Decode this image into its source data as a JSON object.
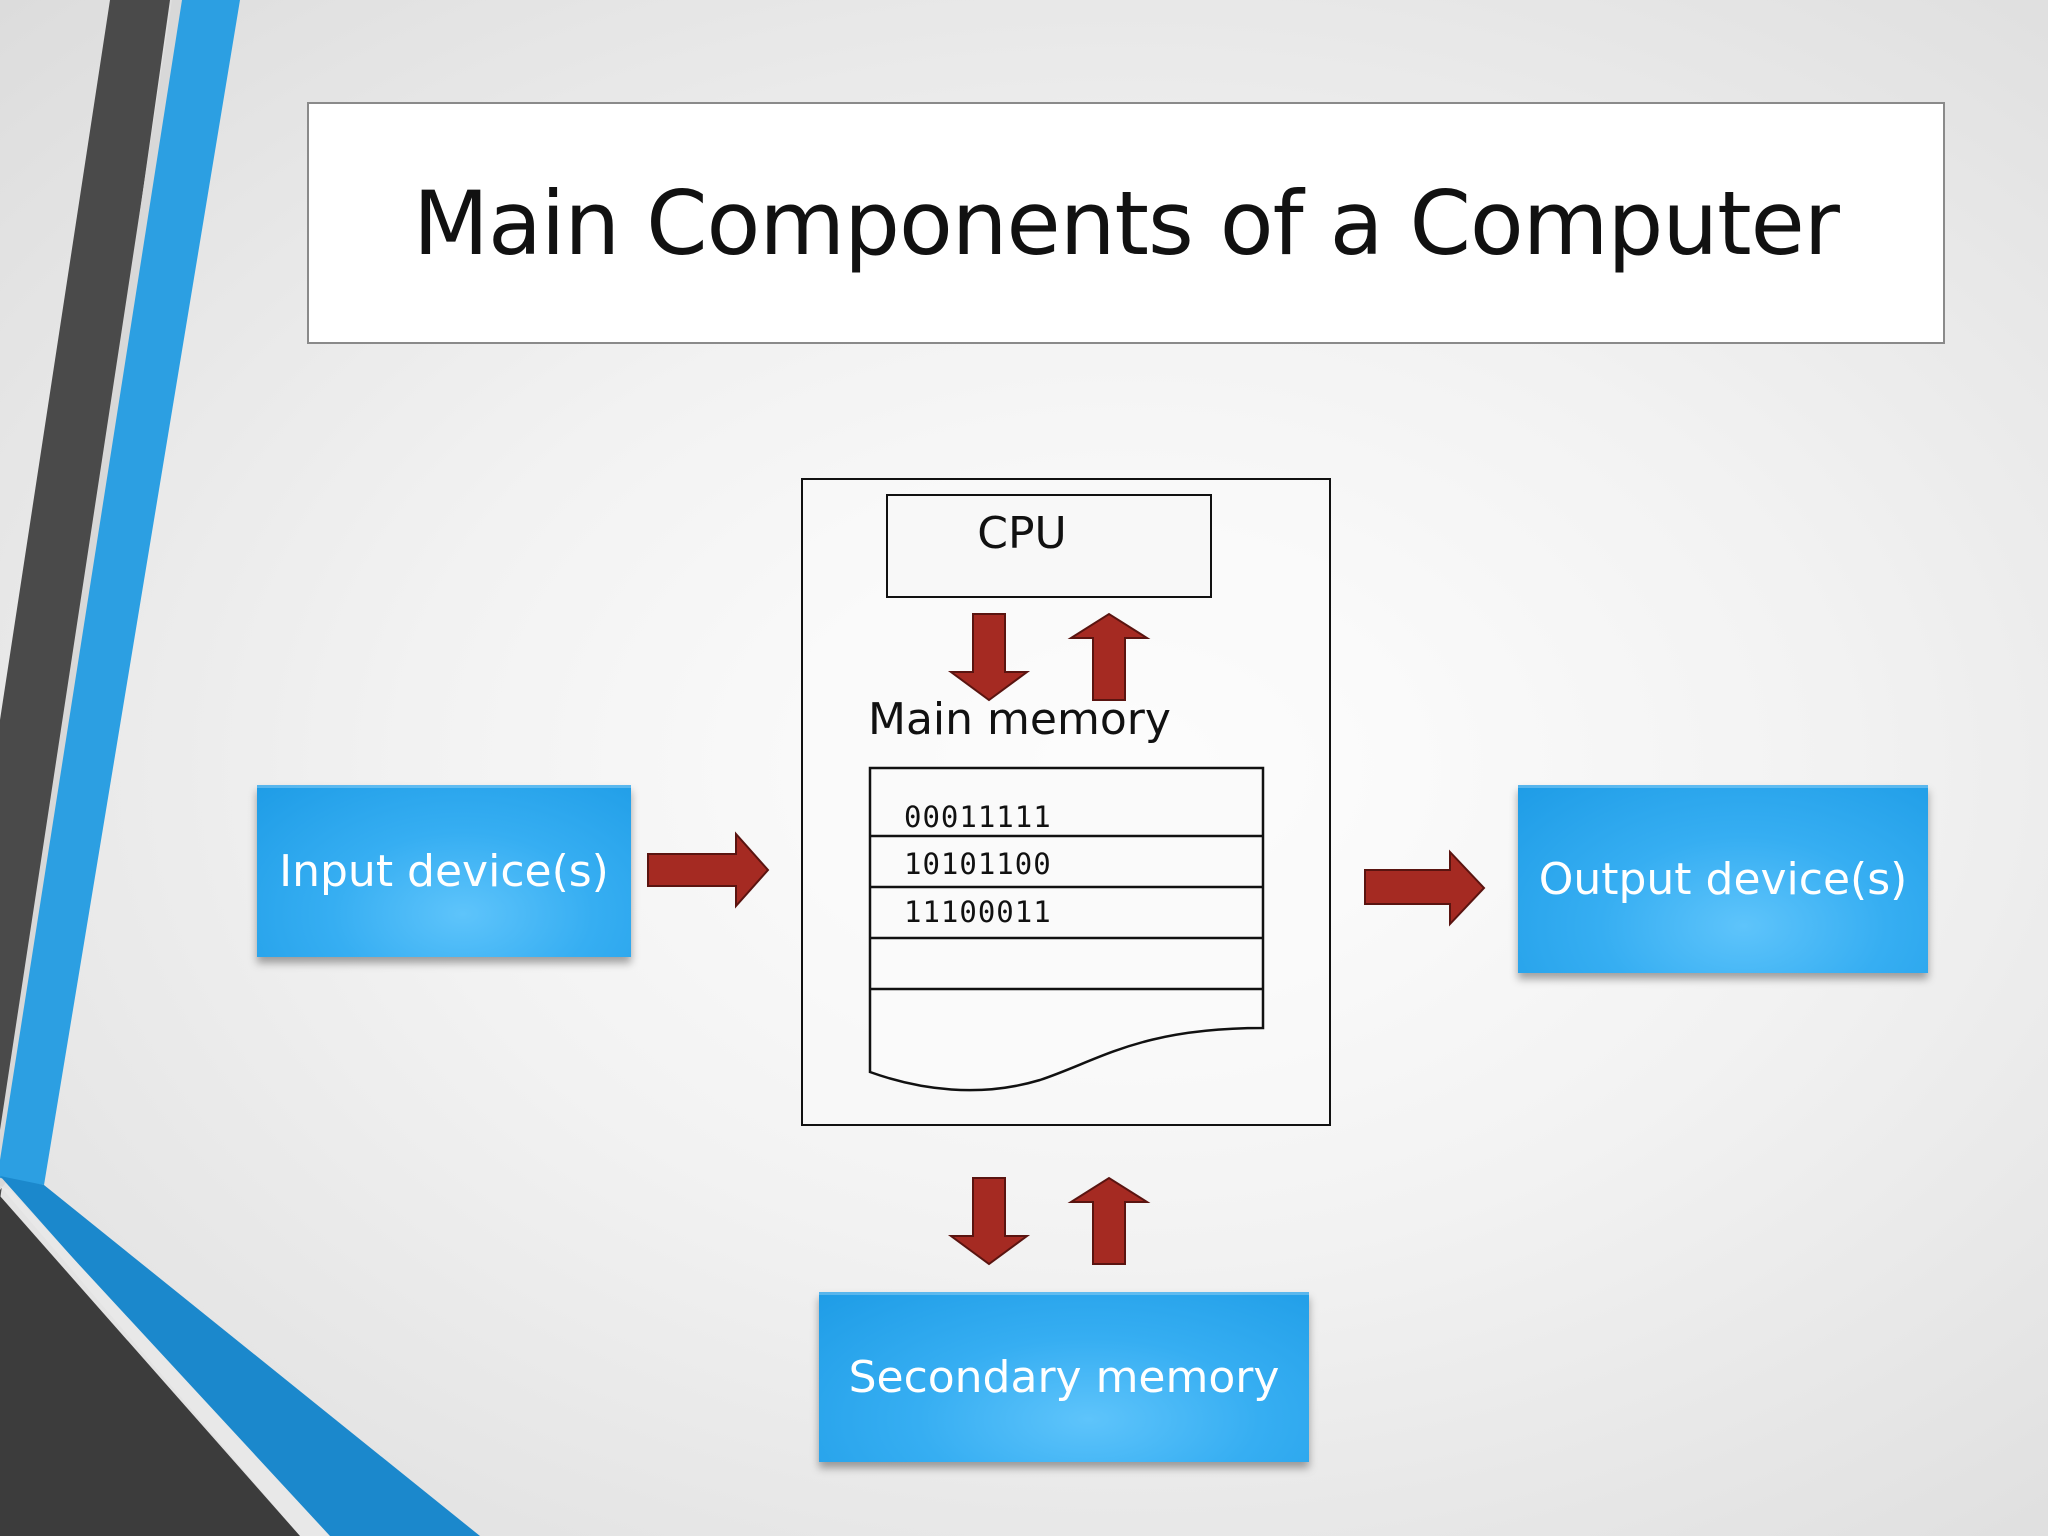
{
  "title": "Main Components of a Computer",
  "components": {
    "input": "Input device(s)",
    "output": "Output device(s)",
    "secondary": "Secondary memory",
    "cpu": "CPU",
    "main_memory": "Main memory"
  },
  "memory_cells": [
    "00011111",
    "10101100",
    "11100011",
    "",
    ""
  ],
  "colors": {
    "arrow": "#a52a22",
    "box_blue": "#2ea6ee",
    "stripe_blue": "#2c9fe2",
    "stripe_dark": "#444444"
  }
}
